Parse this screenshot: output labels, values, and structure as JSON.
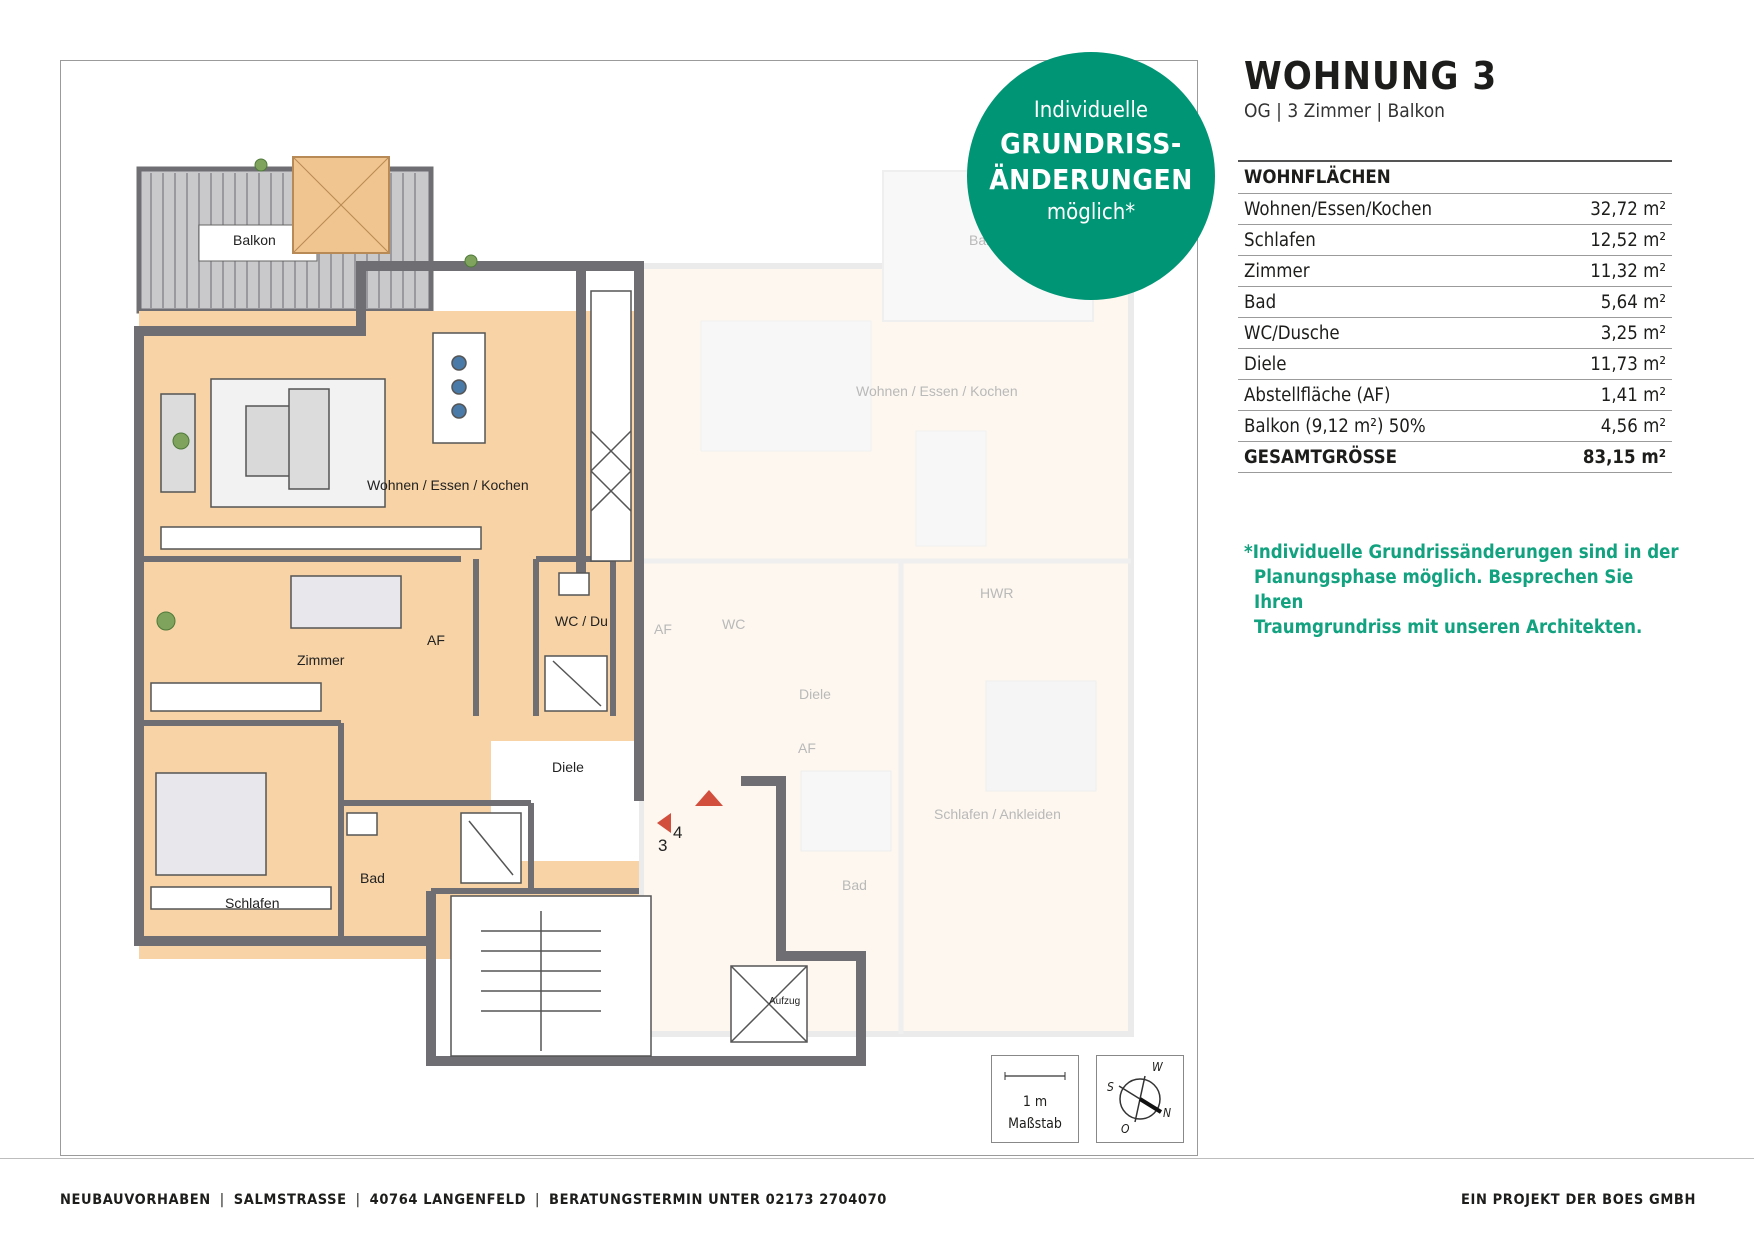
{
  "badge": {
    "line1": "Individuelle",
    "line2": "GRUNDRISS-",
    "line3": "ÄNDERUNGEN",
    "line4": "möglich*"
  },
  "title": "WOHNUNG 3",
  "subtitle": "OG | 3 Zimmer | Balkon",
  "areas": {
    "heading": "WOHNFLÄCHEN",
    "rows": [
      {
        "label": "Wohnen/Essen/Kochen",
        "value": "32,72 m²"
      },
      {
        "label": "Schlafen",
        "value": "12,52 m²"
      },
      {
        "label": "Zimmer",
        "value": "11,32 m²"
      },
      {
        "label": "Bad",
        "value": "5,64 m²"
      },
      {
        "label": "WC/Dusche",
        "value": "3,25 m²"
      },
      {
        "label": "Diele",
        "value": "11,73 m²"
      },
      {
        "label": "Abstellfläche (AF)",
        "value": "1,41 m²"
      },
      {
        "label": "Balkon (9,12 m²) 50%",
        "value": "4,56 m²"
      }
    ],
    "total_label": "GESAMTGRÖSSE",
    "total_value": "83,15 m²"
  },
  "note": {
    "line1": "*Individuelle Grundrissänderungen sind in der",
    "line2": "Planungsphase möglich. Besprechen Sie Ihren",
    "line3": "Traumgrundriss mit unseren Architekten."
  },
  "plan_labels": {
    "balkon": "Balkon",
    "wohnen": "Wohnen / Essen / Kochen",
    "zimmer": "Zimmer",
    "af": "AF",
    "wc": "WC / Du",
    "diele": "Diele",
    "schlafen": "Schlafen",
    "bad": "Bad",
    "aufzug": "Aufzug",
    "unit3": "3",
    "unit4": "4",
    "ghost_balkon": "Bal",
    "ghost_wohnen": "Wohnen / Essen / Kochen",
    "ghost_af": "AF",
    "ghost_wc": "WC",
    "ghost_hwr": "HWR",
    "ghost_diele": "Diele",
    "ghost_af2": "AF",
    "ghost_schlafen": "Schlafen / Ankleiden",
    "ghost_bad": "Bad"
  },
  "scale": {
    "length": "1 m",
    "label": "Maßstab"
  },
  "compass": {
    "w": "W",
    "s": "S",
    "n": "N",
    "o": "O"
  },
  "footer": {
    "items": [
      "NEUBAUVORHABEN",
      "SALMSTRASSE",
      "40764 LANGENFELD",
      "BERATUNGSTERMIN UNTER 02173 2704070"
    ],
    "right": "EIN PROJEKT DER BOES GMBH"
  },
  "colors": {
    "accent": "#009575",
    "note": "#12a27f",
    "floor": "#f7d3a6",
    "wall": "#6f6f73"
  }
}
